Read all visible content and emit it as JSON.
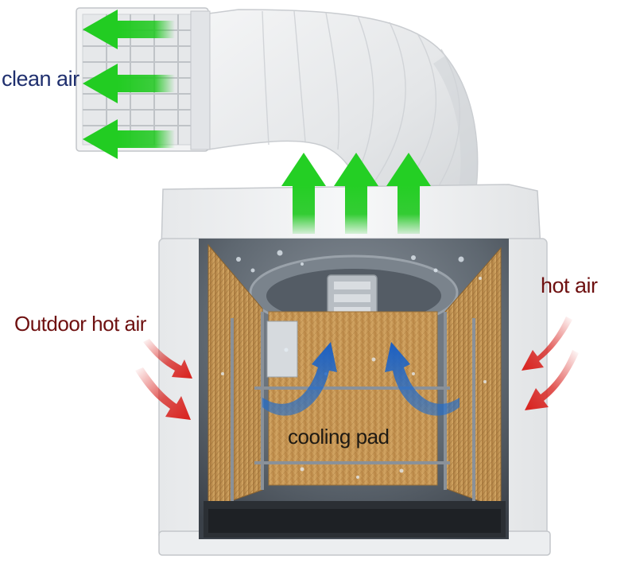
{
  "labels": {
    "clean_air": "clean air",
    "outdoor_hot_air": "Outdoor hot air",
    "hot_air": "hot air",
    "cooling_pad": "cooling pad"
  },
  "colors": {
    "clean_air_arrow": "#1ec81e",
    "hot_air_arrow": "#d8201c",
    "cool_air_arrow": "#1f6fd1",
    "cooling_pad": "#c99a57",
    "housing": "#f1f2f3",
    "duct": "#e9eaeb",
    "clean_air_text": "#1f2f6e",
    "hot_air_text": "#6e1010"
  }
}
